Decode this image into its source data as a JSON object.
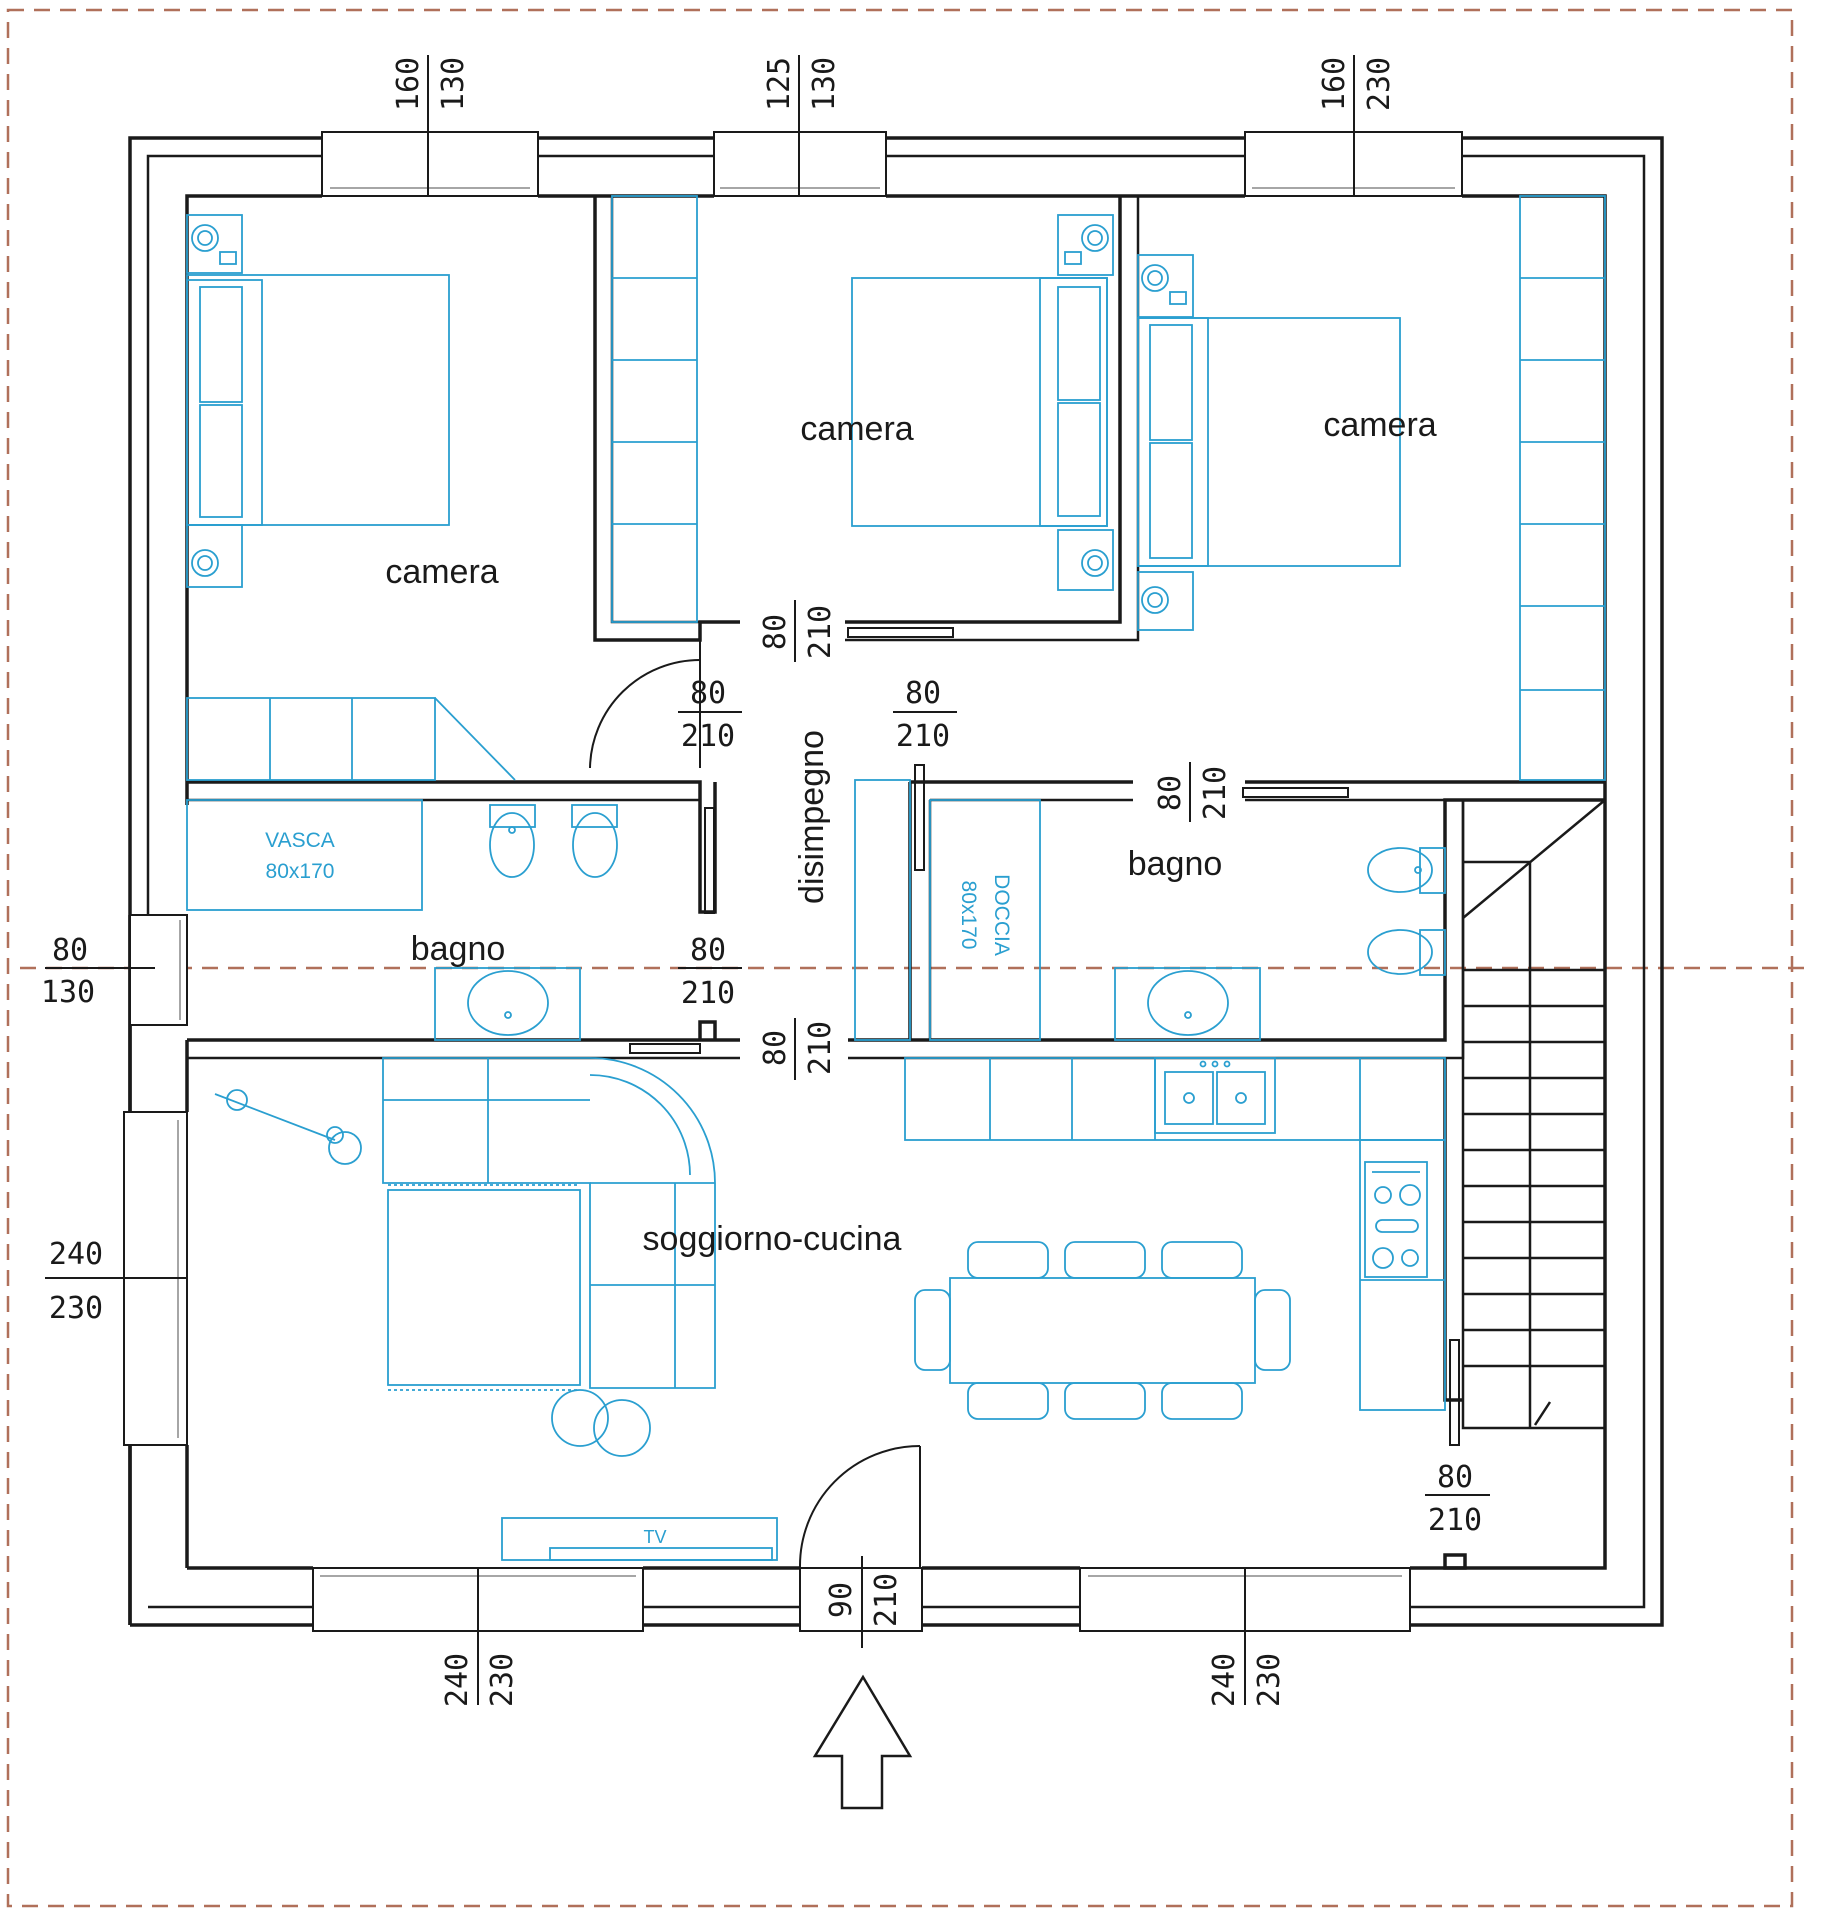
{
  "rooms": {
    "camera_left": "camera",
    "camera_center": "camera",
    "camera_right": "camera",
    "bagno_left": "bagno",
    "bagno_right": "bagno",
    "disimpegno": "disimpegno",
    "soggiorno": "soggiorno-cucina"
  },
  "fixtures": {
    "vasca": "VASCA",
    "vasca_size": "80x170",
    "doccia": "DOCCIA",
    "doccia_size": "80x170",
    "tv": "TV"
  },
  "dimensions": {
    "win_top_left": [
      "160",
      "130"
    ],
    "win_top_center": [
      "125",
      "130"
    ],
    "win_top_right": [
      "160",
      "230"
    ],
    "win_left_upper": [
      "80",
      "130"
    ],
    "win_left_lower": [
      "240",
      "230"
    ],
    "win_bottom_left": [
      "240",
      "230"
    ],
    "win_bottom_right": [
      "240",
      "230"
    ],
    "entrance": [
      "90",
      "210"
    ],
    "door_cam_center": [
      "80",
      "210"
    ],
    "door_cam_left": [
      "80",
      "210"
    ],
    "door_cam_right": [
      "80",
      "210"
    ],
    "door_bagno_right": [
      "80",
      "210"
    ],
    "door_bagno_left": [
      "80",
      "210"
    ],
    "door_disimpegno": [
      "80",
      "210"
    ],
    "door_stairs": [
      "80",
      "210"
    ]
  },
  "colors": {
    "walls": "#1a1a1a",
    "furniture": "#2a9fd0",
    "boundary": "#b0705a"
  },
  "icons": {
    "entrance": "entrance-arrow-icon"
  }
}
